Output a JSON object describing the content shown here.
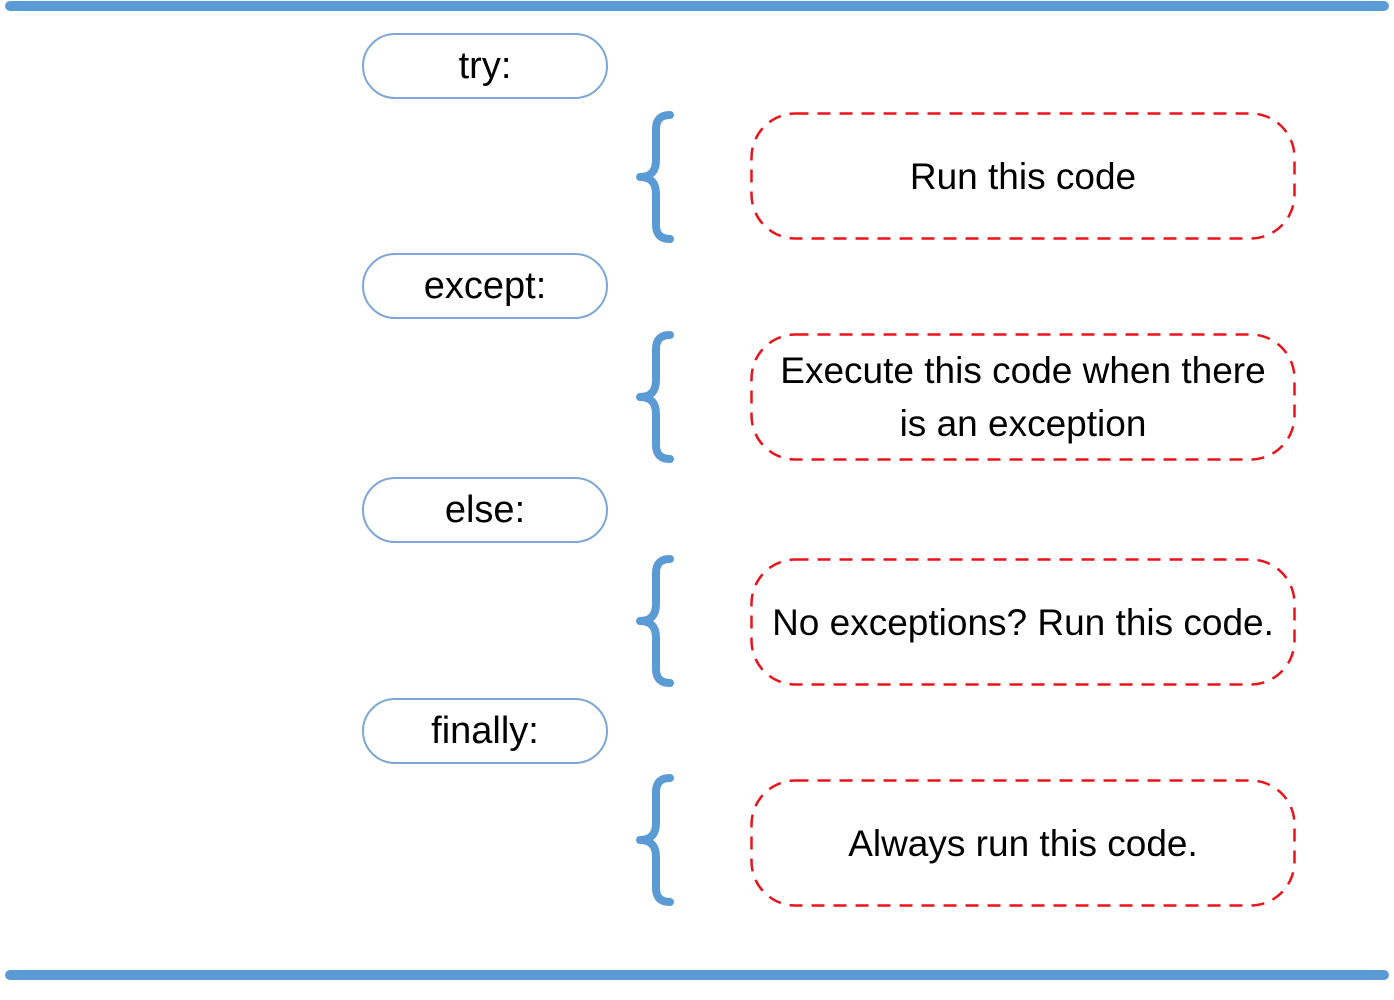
{
  "colors": {
    "rule": "#5b9bd5",
    "keyword_border": "#7ea6d6",
    "brace": "#5b9bd5",
    "block_border": "#e8141c"
  },
  "clauses": [
    {
      "keyword": "try:",
      "description": "Run this code"
    },
    {
      "keyword": "except:",
      "description": "Execute this code when there is an exception"
    },
    {
      "keyword": "else:",
      "description": "No exceptions? Run this code."
    },
    {
      "keyword": "finally:",
      "description": "Always run this code."
    }
  ]
}
